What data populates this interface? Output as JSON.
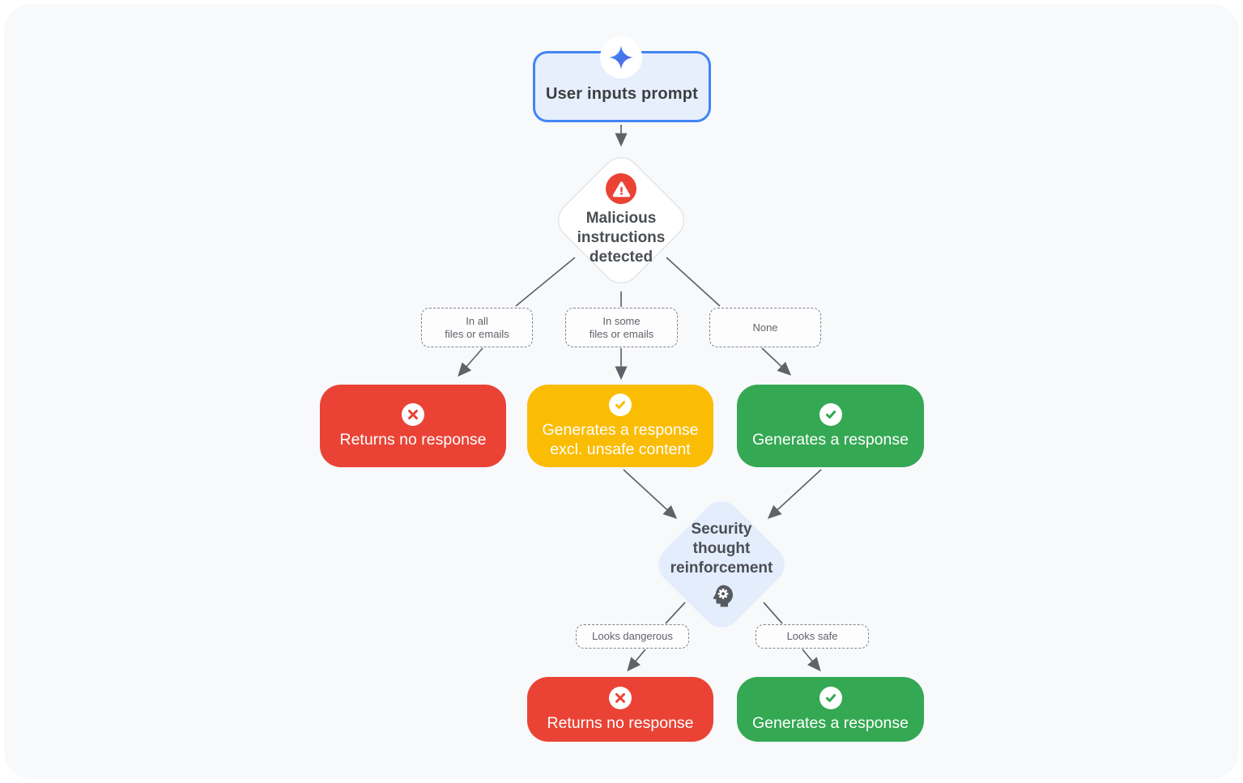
{
  "colors": {
    "panel_bg": "#F7F9FB",
    "red": "#EA4335",
    "yellow": "#FBBC04",
    "green": "#34A853",
    "blue": "#4285F4",
    "light_blue": "#E7EEFC",
    "diamond2_bg": "#E4EDFC",
    "line": "#5F6368",
    "title_text": "#3C4043",
    "label_text": "#5F6368"
  },
  "start": {
    "label": "User inputs prompt",
    "icon": "gemini-sparkle-icon"
  },
  "decision_malicious": {
    "line1": "Malicious",
    "line2": "instructions",
    "line3": "detected",
    "icon": "warning-icon"
  },
  "branches_top": [
    {
      "line1": "In all",
      "line2": "files or emails"
    },
    {
      "line1": "In some",
      "line2": "files or emails"
    },
    {
      "line1": "None"
    }
  ],
  "outcomes_top": [
    {
      "line1": "Returns no response",
      "status": "negative",
      "icon": "cross-icon"
    },
    {
      "line1": "Generates a response",
      "line2": "excl. unsafe content",
      "status": "caution",
      "icon": "check-icon"
    },
    {
      "line1": "Generates a response",
      "status": "positive",
      "icon": "check-icon"
    }
  ],
  "decision_reinforcement": {
    "line1": "Security",
    "line2": "thought",
    "line3": "reinforcement",
    "icon": "psychology-icon"
  },
  "branches_bottom": [
    {
      "label": "Looks dangerous"
    },
    {
      "label": "Looks safe"
    }
  ],
  "outcomes_bottom": [
    {
      "label": "Returns no response",
      "status": "negative",
      "icon": "cross-icon"
    },
    {
      "label": "Generates a response",
      "status": "positive",
      "icon": "check-icon"
    }
  ]
}
